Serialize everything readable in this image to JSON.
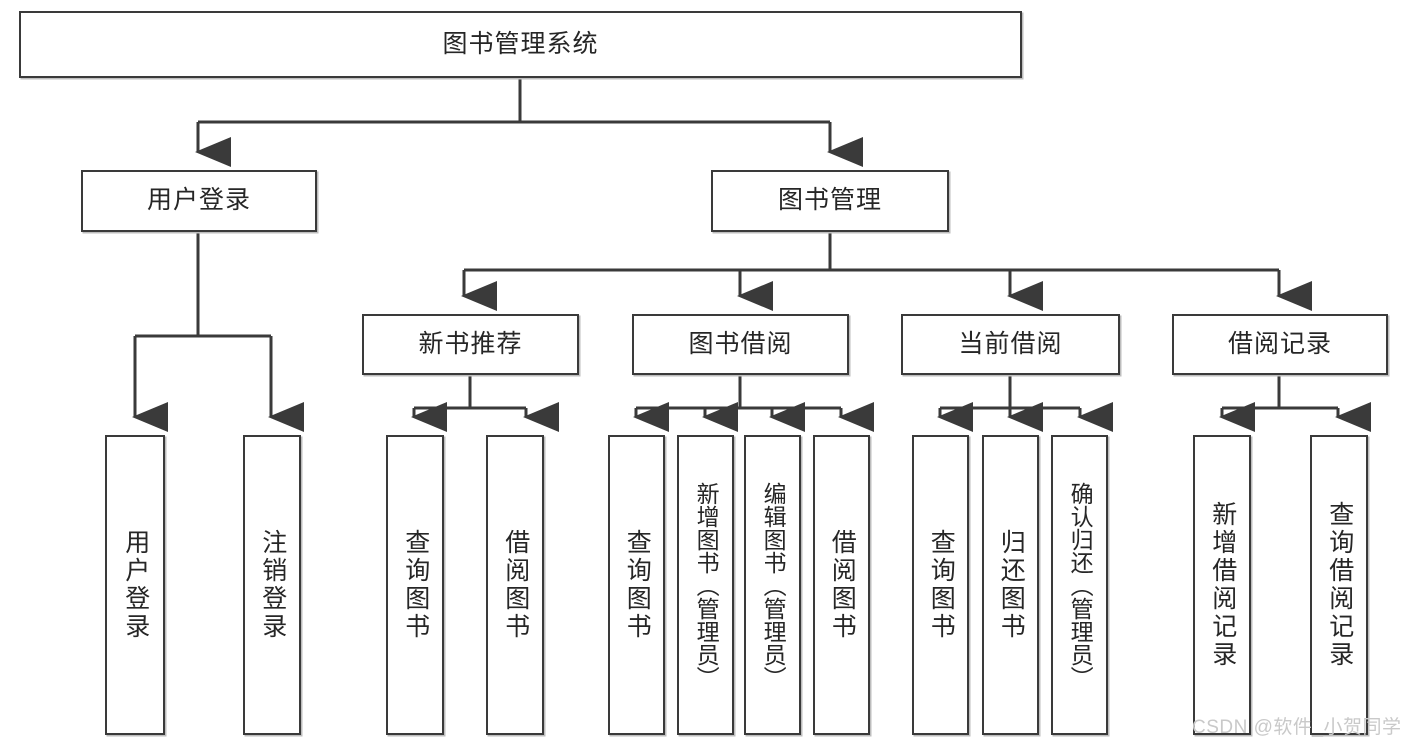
{
  "diagram": {
    "type": "tree-hierarchy",
    "title": "图书管理系统",
    "orientation": "top-down",
    "colors": {
      "box_border": "#3a3a3a",
      "box_fill": "#ffffff",
      "connector": "#3a3a3a",
      "text": "#262626",
      "watermark": "#c9c9c9"
    },
    "levels": 4
  },
  "root": {
    "label": "图书管理系统"
  },
  "level2": [
    {
      "label": "用户登录"
    },
    {
      "label": "图书管理"
    }
  ],
  "level3": [
    {
      "label": "新书推荐"
    },
    {
      "label": "图书借阅"
    },
    {
      "label": "当前借阅"
    },
    {
      "label": "借阅记录"
    }
  ],
  "leaves": {
    "user_login": [
      {
        "label": "用户登录"
      },
      {
        "label": "注销登录"
      }
    ],
    "new_book_recommend": [
      {
        "label": "查询图书"
      },
      {
        "label": "借阅图书"
      }
    ],
    "book_borrow": [
      {
        "label": "查询图书"
      },
      {
        "label": "新增图书（管理员）"
      },
      {
        "label": "编辑图书（管理员）"
      },
      {
        "label": "借阅图书"
      }
    ],
    "current_borrow": [
      {
        "label": "查询图书"
      },
      {
        "label": "归还图书"
      },
      {
        "label": "确认归还（管理员）"
      }
    ],
    "borrow_record": [
      {
        "label": "新增借阅记录"
      },
      {
        "label": "查询借阅记录"
      }
    ]
  },
  "watermark": {
    "text": "CSDN @软件_小贺同学"
  }
}
